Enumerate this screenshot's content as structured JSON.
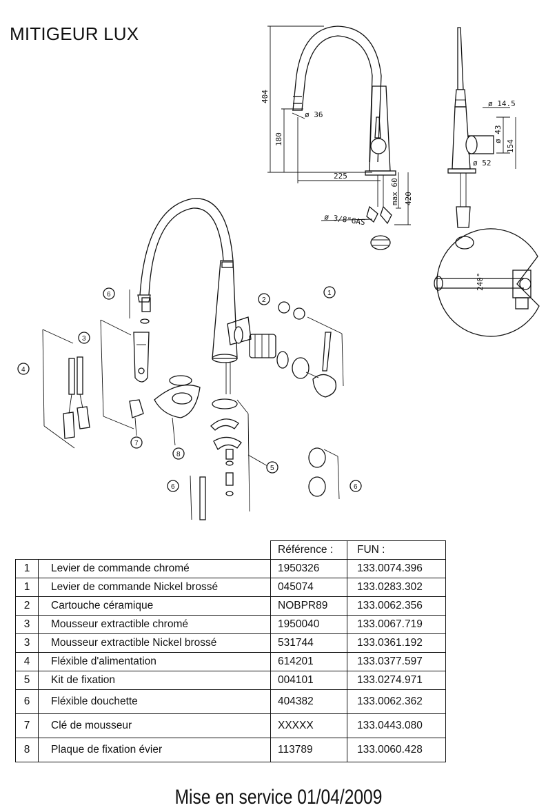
{
  "title": "MITIGEUR LUX",
  "dimensions": {
    "height_total": "404",
    "height_spout": "180",
    "reach": "225",
    "dia_head": "ø 36",
    "max_deck": "max 60",
    "below_deck": "420",
    "gas": "ø 3/8\"GAS",
    "dia_lever": "ø 14.5",
    "dia_body": "ø 43",
    "dia_base": "ø 52",
    "height_side": "154",
    "rotation": "240°"
  },
  "callouts": [
    "1",
    "2",
    "3",
    "4",
    "5",
    "6",
    "6",
    "6",
    "7",
    "8"
  ],
  "table": {
    "headers": {
      "ref": "Référence :",
      "fun": "FUN :"
    },
    "rows": [
      {
        "num": "1",
        "desc": "Levier de commande chromé",
        "ref": "1950326",
        "fun": "133.0074.396"
      },
      {
        "num": "1",
        "desc": "Levier de commande Nickel brossé",
        "ref": "045074",
        "fun": "133.0283.302"
      },
      {
        "num": "2",
        "desc": "Cartouche céramique",
        "ref": "NOBPR89",
        "fun": "133.0062.356"
      },
      {
        "num": "3",
        "desc": "Mousseur extractible chromé",
        "ref": "1950040",
        "fun": "133.0067.719"
      },
      {
        "num": "3",
        "desc": "Mousseur extractible Nickel brossé",
        "ref": "531744",
        "fun": "133.0361.192"
      },
      {
        "num": "4",
        "desc": "Fléxible d'alimentation",
        "ref": "614201",
        "fun": "133.0377.597"
      },
      {
        "num": "5",
        "desc": "Kit de fixation",
        "ref": "004101",
        "fun": "133.0274.971"
      },
      {
        "num": "6",
        "desc": "Fléxible douchette",
        "ref": "404382",
        "fun": "133.0062.362"
      },
      {
        "num": "7",
        "desc": "Clé de mousseur",
        "ref": "XXXXX",
        "fun": "133.0443.080"
      },
      {
        "num": "8",
        "desc": "Plaque de fixation évier",
        "ref": "113789",
        "fun": "133.0060.428"
      }
    ]
  },
  "footer": "Mise en service 01/04/2009"
}
